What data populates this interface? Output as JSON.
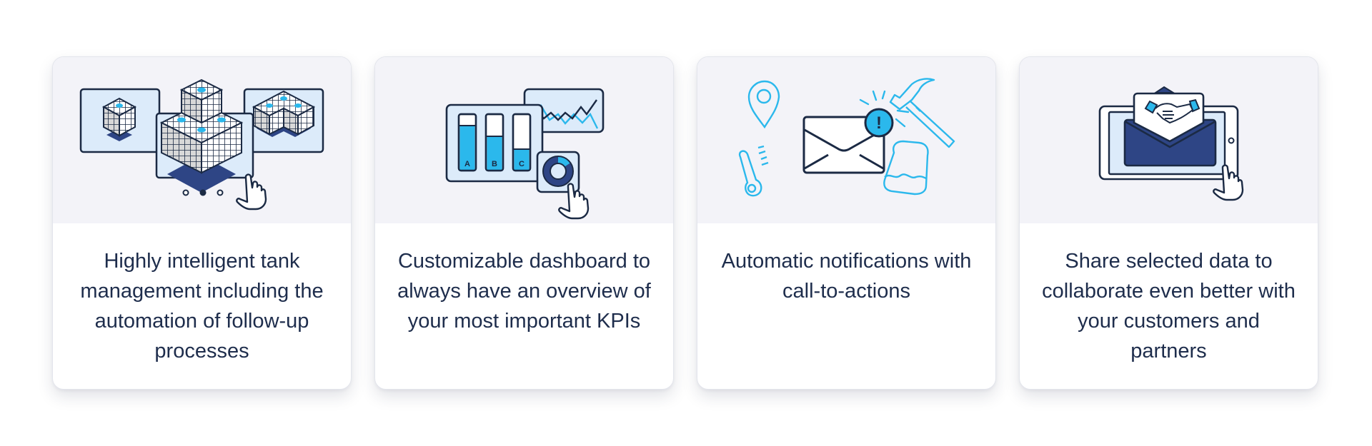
{
  "colors": {
    "page_background": "#ffffff",
    "card_media_background": "#f3f3f8",
    "card_body_background": "#ffffff",
    "text": "#1e2d4c",
    "outline_navy": "#1b2a44",
    "accent_blue": "#2bb8ec",
    "dark_blue": "#2e4585",
    "light_blue_panel": "#dcebfa"
  },
  "features": [
    {
      "icon": "tank-management-illustration",
      "text": "Highly intelligent tank management including the automation of follow-up processes"
    },
    {
      "icon": "dashboard-kpi-illustration",
      "text": "Customizable dashboard to always have an overview of your most important KPIs",
      "chart_labels": [
        "A",
        "B",
        "C"
      ]
    },
    {
      "icon": "notifications-illustration",
      "text": "Automatic notifications with call-to-actions",
      "badge": "!"
    },
    {
      "icon": "share-data-illustration",
      "text": "Share selected data to collaborate even better with your customers and partners"
    }
  ]
}
